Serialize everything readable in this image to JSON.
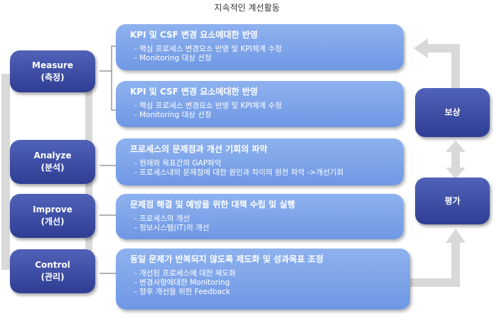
{
  "title": "지속적인 계선활동",
  "nodes": {
    "measure": {
      "line1": "Measure",
      "line2": "(측정)"
    },
    "analyze": {
      "line1": "Analyze",
      "line2": "(분석)"
    },
    "improve": {
      "line1": "Improve",
      "line2": "(개선)"
    },
    "control": {
      "line1": "Control",
      "line2": "(관리)"
    },
    "reward": {
      "label": "보상"
    },
    "evaluate": {
      "label": "평가"
    }
  },
  "panels": [
    {
      "title": "KPI 및 CSF 변경 요소에대한 반영",
      "items": [
        "- 핵심 프로세스 변경요소 반영 및 KPI체계 수정",
        "- Monitoring 대상 선정"
      ]
    },
    {
      "title": "KPI 및 CSF 변경 요소에대한 반영",
      "items": [
        "- 핵심 프로세스 변경요소 반영 및 KPI체계 수정",
        "- Monitoring 대상 선정"
      ]
    },
    {
      "title": "프로세스의 문제점과 개선 기회의 파악",
      "items": [
        "- 현재와 목표간의 GAP파악",
        "- 프로세스내의 문제점에 대한 원인과 차이의 원천 파악 ->개선기회"
      ]
    },
    {
      "title": "문제점 해결 및 예방을 위한 대책 수립 및 실행",
      "items": [
        "- 프로세스의 개선",
        "- 정보시스템(IT)의 개선"
      ]
    },
    {
      "title": "동일 문제가 반복되지 않도록 제도화 및 성과목표 조정",
      "items": [
        "- 개선된 프로세스에 대한 제도화",
        "- 변경사항에대한 Monitoring",
        "- 향후 개선을 위한 Feedback"
      ]
    }
  ],
  "colors": {
    "node": "#3a4aa3",
    "panel": "#7ea4ea",
    "arrow": "#d9d9d9",
    "bracket": "#666666"
  }
}
